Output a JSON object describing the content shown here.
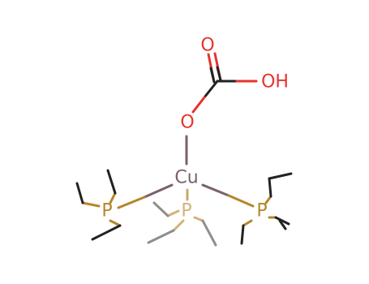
{
  "molecule": {
    "atoms": {
      "carbonyl_o": "O",
      "hydroxyl": "OH",
      "ester_o": "O",
      "copper": "Cu",
      "phosphorus_left": "P",
      "phosphorus_middle": "P",
      "phosphorus_right": "P"
    },
    "colors": {
      "oxygen": "#e8322e",
      "copper": "#7a6169",
      "phosphorus": "#b5862b",
      "phosphorus_faded": "#d2b477",
      "carbon": "#222222",
      "carbon_faded": "#8e8e8e"
    }
  }
}
